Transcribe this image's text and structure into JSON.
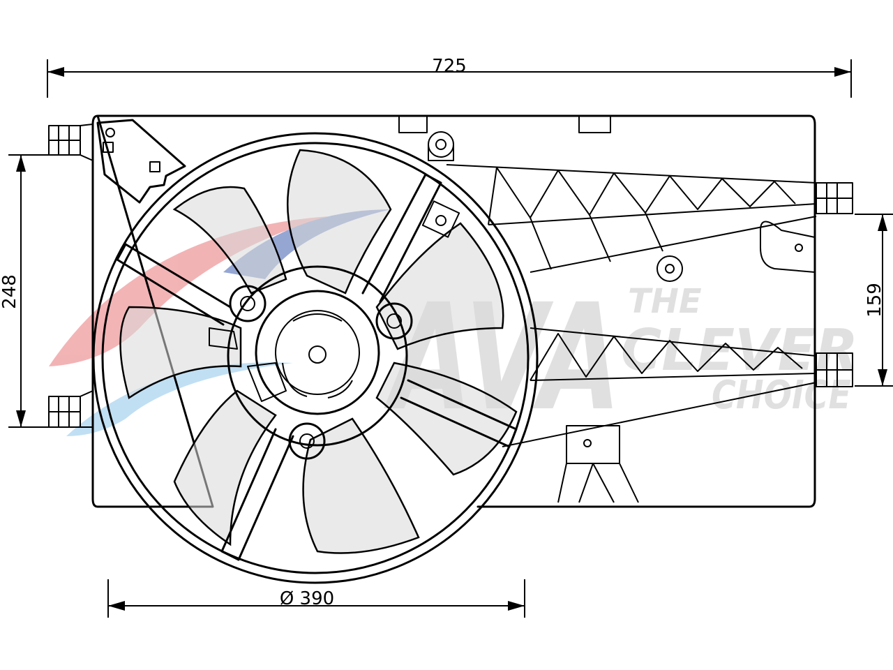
{
  "dimensions": {
    "overall_width": "725",
    "left_height": "248",
    "right_height": "159",
    "fan_diameter": "Ø 390"
  },
  "watermark": {
    "logo": "AVA",
    "line1": "THE",
    "line2": "CLEVER",
    "line3": "CHOICE",
    "colors": {
      "red": "#e9767a",
      "blue": "#3f5fb0",
      "lightblue": "#8fc6ea",
      "grey": "#c7c7c7"
    }
  },
  "colors": {
    "line": "#000000",
    "blade_fill": "#d8d8d8",
    "background": "#ffffff"
  }
}
